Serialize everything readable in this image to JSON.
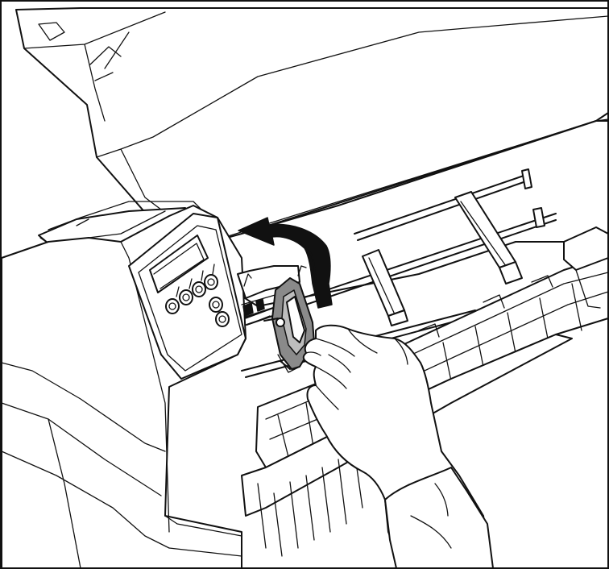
{
  "figure": {
    "subject": "printer-tractor-unit-removal",
    "colors": {
      "line": "#111111",
      "fill": "#ffffff",
      "part_fill": "#8a8a8a",
      "arrow_fill": "#111111"
    },
    "control_panel": {
      "buttons_top_row": 4,
      "buttons_right_column": 2
    },
    "tractor_guide_segments": 13
  }
}
